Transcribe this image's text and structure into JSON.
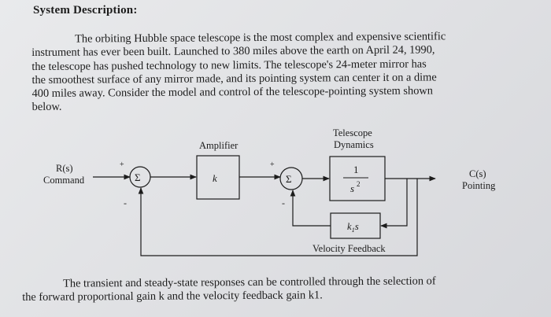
{
  "heading": "System Description:",
  "paragraph_lines": [
    "The orbiting Hubble space telescope is the most complex and expensive scientific",
    "instrument has ever been built. Launched to 380 miles above the earth on April 24, 1990,",
    "the telescope has pushed technology to new limits. The telescope's 24-meter mirror has",
    "the smoothest surface of any mirror made, and its pointing system can center it on a dime",
    "400 miles away.  Consider the model and control of the telescope-pointing system shown",
    "below."
  ],
  "diagram": {
    "input_symbol": "R(s)",
    "input_label": "Command",
    "output_symbol": "C(s)",
    "output_label": "Pointing",
    "amplifier_label": "Amplifier",
    "amplifier_gain": "k",
    "dynamics_label_line1": "Telescope",
    "dynamics_label_line2": "Dynamics",
    "dynamics_numerator": "1",
    "dynamics_denominator": "s",
    "dynamics_exponent": "2",
    "feedback_gain": "k",
    "feedback_gain_sub": "1",
    "feedback_gain_var": "s",
    "feedback_label": "Velocity Feedback",
    "sum_symbol": "Σ",
    "plus_sign": "+",
    "minus_sign": "-"
  },
  "closing_lines": [
    "The transient and steady-state responses can be controlled through the selection of",
    "the forward proportional gain k and the velocity feedback gain k1."
  ]
}
